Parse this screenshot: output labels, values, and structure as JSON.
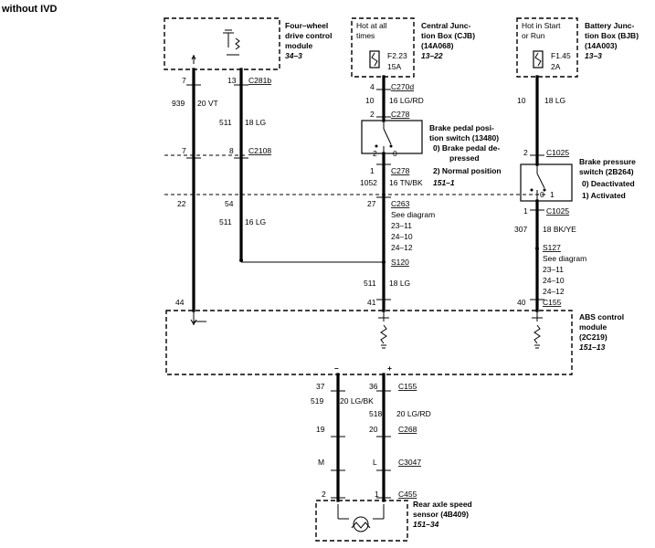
{
  "title": "without IVD",
  "components": {
    "fwd_module": {
      "line1": "Four–wheel",
      "line2": "drive control",
      "line3": "module",
      "ref": "34–3"
    },
    "cjb": {
      "line1": "Central Junc-",
      "line2": "tion Box (CJB)",
      "line3": "(14A068)",
      "ref": "13–22",
      "hot1": "Hot at all",
      "hot2": "times",
      "fuse": "F2.23",
      "amps": "15A"
    },
    "bjb": {
      "line1": "Battery Junc-",
      "line2": "tion Box (BJB)",
      "line3": "(14A003)",
      "ref": "13–3",
      "hot1": "Hot in Start",
      "hot2": "or Run",
      "fuse": "F1.45",
      "amps": "2A"
    },
    "brake_pedal": {
      "line1": "Brake pedal posi-",
      "line2": "tion switch (13480)",
      "s0a": "0)  Brake pedal de-",
      "s0b": "pressed",
      "s2": "2)  Normal position",
      "ref": "151–1",
      "p2": "2",
      "p0": "0"
    },
    "brake_pressure": {
      "line1": "Brake pressure",
      "line2": "switch (2B264)",
      "s0": "0)  Deactivated",
      "s1": "1)  Activated",
      "p0": "0",
      "p1": "1"
    },
    "abs": {
      "line1": "ABS control",
      "line2": "module",
      "line3": "(2C219)",
      "ref": "151–13"
    },
    "sensor": {
      "line1": "Rear axle speed",
      "line2": "sensor (4B409)",
      "ref": "151–34"
    }
  },
  "labels": {
    "l_7a": "7",
    "l_13": "13",
    "l_c281b": "C281b",
    "l_939": "939",
    "l_20vt": "20 VT",
    "l_511a": "511",
    "l_18lg_a": "18 LG",
    "l_7b": "7",
    "l_8": "8",
    "l_c2108": "C2108",
    "l_22": "22",
    "l_54": "54",
    "l_511b": "511",
    "l_16lg": "16 LG",
    "l_44": "44",
    "l_4": "4",
    "l_c270d": "C270d",
    "l_10a": "10",
    "l_16lgrd": "16 LG/RD",
    "l_2a": "2",
    "l_c278a": "C278",
    "l_1a": "1",
    "l_c278b": "C278",
    "l_1052": "1052",
    "l_16tnbk": "16 TN/BK",
    "l_27": "27",
    "l_c263": "C263",
    "l_see1": "See diagram",
    "l_d1a": "23–11",
    "l_d1b": "24–10",
    "l_d1c": "24–12",
    "l_s120": "S120",
    "l_511c": "511",
    "l_18lg_c": "18 LG",
    "l_41": "41",
    "l_10b": "10",
    "l_18lg_b": "18 LG",
    "l_2b": "2",
    "l_c1025a": "C1025",
    "l_1b": "1",
    "l_c1025b": "C1025",
    "l_307": "307",
    "l_18bkye": "18 BK/YE",
    "l_s127": "S127",
    "l_see2": "See diagram",
    "l_d2a": "23–11",
    "l_d2b": "24–10",
    "l_d2c": "24–12",
    "l_40": "40",
    "l_c155a": "C155",
    "l_minus": "–",
    "l_plus": "+",
    "l_37": "37",
    "l_36": "36",
    "l_c155b": "C155",
    "l_519": "519",
    "l_20lgbk": "20 LG/BK",
    "l_518": "518",
    "l_20lgrd": "20 LG/RD",
    "l_19": "19",
    "l_20": "20",
    "l_c268": "C268",
    "l_m": "M",
    "l_l": "L",
    "l_c3047": "C3047",
    "l_2c": "2",
    "l_1c": "1",
    "l_c455": "C455"
  }
}
